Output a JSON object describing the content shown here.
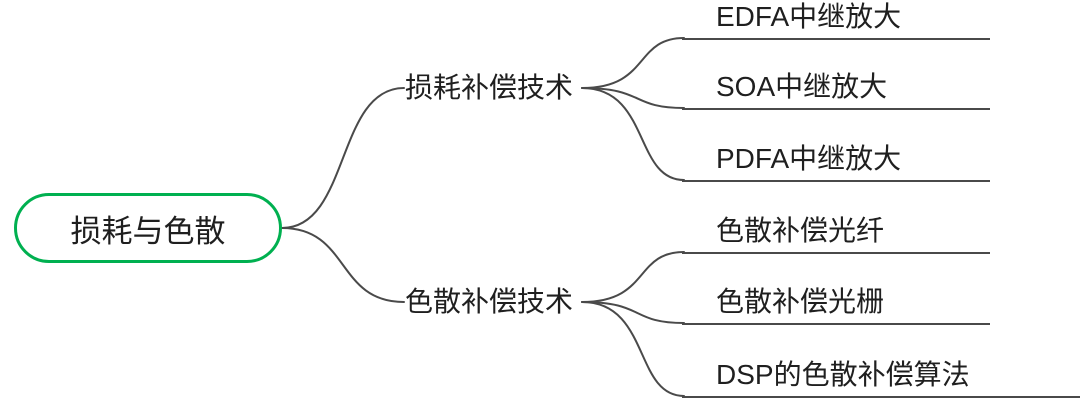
{
  "root": {
    "label": "损耗与色散"
  },
  "branches": [
    {
      "label": "损耗补偿技术",
      "children": [
        {
          "label": "EDFA中继放大"
        },
        {
          "label": "SOA中继放大"
        },
        {
          "label": "PDFA中继放大"
        }
      ]
    },
    {
      "label": "色散补偿技术",
      "children": [
        {
          "label": "色散补偿光纤"
        },
        {
          "label": "色散补偿光栅"
        },
        {
          "label": "DSP的色散补偿算法"
        }
      ]
    }
  ],
  "colors": {
    "root_border": "#00b050",
    "connector_line": "#4a4a4a",
    "text": "#1f1f1f",
    "background": "#ffffff"
  }
}
